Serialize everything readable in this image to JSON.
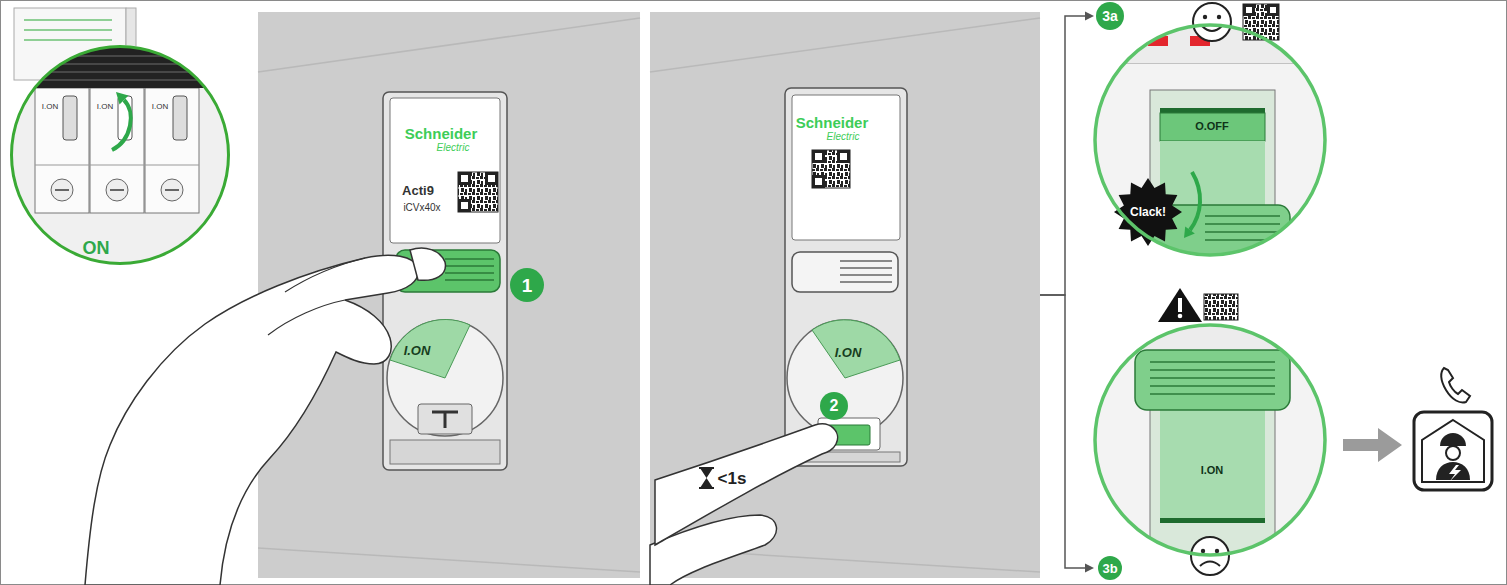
{
  "diagram": {
    "nodes": [
      {
        "text": [
          "I.ON",
          "I.ON",
          "I.ON",
          "ON"
        ]
      },
      {
        "text": [
          "Schneider",
          "Electric",
          "Acti9",
          "iCVx40x",
          "I.ON"
        ]
      },
      {
        "text": [
          "Schneider",
          "Electric",
          "I.ON"
        ]
      },
      {
        "text": [
          "3a",
          "O.OFF",
          "Clack!"
        ]
      },
      {
        "text": [
          "I.ON",
          "3b"
        ]
      }
    ],
    "edges": [
      {
        "from": 2,
        "to": 3,
        "arrow": "to"
      },
      {
        "from": 2,
        "to": 4,
        "arrow": "to"
      }
    ],
    "labels": [
      "1",
      "2",
      "<1s"
    ]
  }
}
